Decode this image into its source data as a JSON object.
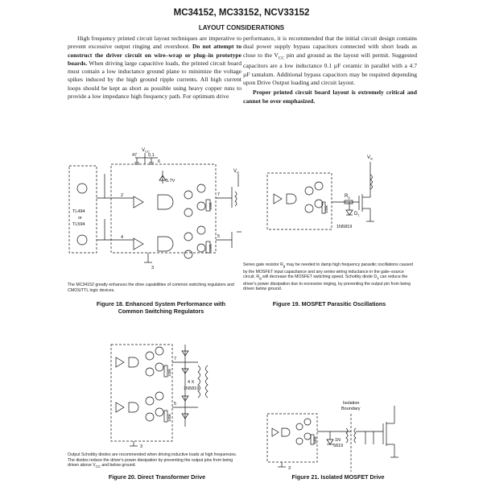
{
  "page": {
    "header": "MC34152, MC33152, NCV33152",
    "section_title": "LAYOUT CONSIDERATIONS"
  },
  "body_text": {
    "col1_p1_a": "High frequency printed circuit layout techniques are imperative to prevent excessive output ringing and overshoot. ",
    "col1_p1_b": "Do not attempt to construct the driver circuit on wire–wrap or plug–in prototype boards.",
    "col1_p1_c": " When driving large capacitive loads, the printed circuit board must contain a low inductance ground plane to minimize the voltage spikes induced by the high ground ripple currents. All high current loops should be kept as short as possible using heavy copper runs to provide a low impedance high frequency path. For optimum drive",
    "col2_p1_a": "performance, it is recommended that the initial circuit design contains dual power supply bypass capacitors connected with short leads as close to the V",
    "col2_p1_sub": "CC",
    "col2_p1_b": " pin and ground as the layout will permit. Suggested capacitors are a low inductance 0.1 µF ceramic in parallel with a 4.7 µF tantalum. Additional bypass capacitors may be required depending upon Drive Output loading and circuit layout.",
    "col2_p2": "Proper printed circuit board layout is extremely critical and cannot be over emphasized."
  },
  "figures": {
    "fig18": {
      "labels": {
        "vcc": "V",
        "vcc_sub": "CC",
        "c47": "47",
        "c01": "0.1",
        "pin6": "6",
        "v57": "5.7V",
        "pin2": "2",
        "pin4": "4",
        "pin7": "7",
        "pin5": "5",
        "pin3": "3",
        "r100k_a": "100k",
        "r100k_b": "100k",
        "vin": "V",
        "vin_sub": "in",
        "tl494": "TL494",
        "or": "or",
        "tl594": "TL594"
      },
      "note": "The MC34152 greatly enhances the drive capabilities of common switching regulators and CMOS/TTL logic devices.",
      "title_line1": "Figure 18. Enhanced System Performance with",
      "title_line2": "Common Switching Regulators"
    },
    "fig19": {
      "labels": {
        "vin": "V",
        "vin_sub": "in",
        "rg": "R",
        "rg_sub": "g",
        "d1": "D",
        "d1_sub": "1",
        "r100k": "100k",
        "diode": "1N5819"
      },
      "note_a": "Series gate resistor R",
      "note_sub1": "g",
      "note_b": " may be needed to damp high frequency parasitic oscillations caused by the MOSFET input capacitance and any series wiring inductance in the gate–source circuit. R",
      "note_sub2": "g",
      "note_c": " will decrease the MOSFET switching speed. Schottky diode D",
      "note_sub3": "1",
      "note_d": " can reduce the driver's power dissipation due to excessive ringing, by preventing the output pin from being driven below ground.",
      "title": "Figure 19. MOSFET Parasitic Oscillations"
    },
    "fig20": {
      "labels": {
        "pin7": "7",
        "pin5": "5",
        "pin3": "3",
        "r100k_a": "100k",
        "r100k_b": "100k",
        "fourx": "4 X",
        "diode": "1N5819"
      },
      "note_a": "Output Schottky diodes are recommended when driving inductive loads at high frequencies. The diodes reduce the driver's power dissipation by preventing the output pins from being driven above V",
      "note_sub": "CC",
      "note_b": " and below ground.",
      "title": "Figure 20. Direct Transformer Drive"
    },
    "fig21": {
      "labels": {
        "isolation": "Isolation",
        "boundary": "Boundary",
        "r100k": "100k",
        "diode_1n": "1N",
        "diode_num": "5819",
        "pin3": "3"
      },
      "title": "Figure 21. Isolated MOSFET Drive"
    }
  }
}
